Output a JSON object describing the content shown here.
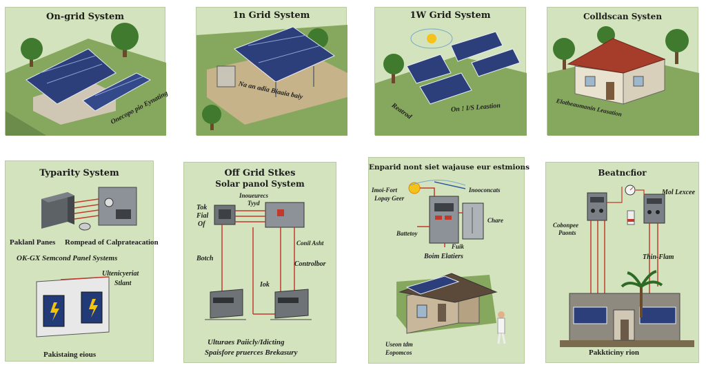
{
  "panels": [
    {
      "title": "On-grid System",
      "labels": [
        "Onecopo pio Eynating"
      ]
    },
    {
      "title": "1n Grid System",
      "labels": [
        "Na an adia Biaaia baiy"
      ]
    },
    {
      "title": "1W Grid System",
      "labels": [
        "Reatrod",
        "On ! I/S Leastion"
      ]
    },
    {
      "title": "Colldscan Systen",
      "labels": [
        "Elotheaumanin Leasation"
      ]
    },
    {
      "title": "Typarity System",
      "labels": [
        "Paklanl Panes",
        "Rompead of Calprateacation",
        "OK-GX Semcond Panel Systems",
        "Ultenicyeriat",
        "Stlant",
        "Pakistaing eious"
      ]
    },
    {
      "title": "Off Grid Stkes",
      "subtitle": "Solar panol System",
      "labels": [
        "Inoueurecs",
        "Tyyd",
        "Tok",
        "Fial",
        "Of",
        "Botch",
        "Conil Asht",
        "Controlbor",
        "Iok",
        "Ulturaes Paiicly/Idicting",
        "Spaisfore pruerces Brekasury"
      ]
    },
    {
      "title": "Enparid nont siet wajause eur estmions",
      "labels": [
        "Imoi-Fort",
        "Lopay Geer",
        "Inooconcats",
        "Chare",
        "Battetoy",
        "Fuik",
        "Boim Elatiers",
        "Useon tdm",
        "Eopomcos"
      ]
    },
    {
      "title": "Beatncfior",
      "labels": [
        "Mol Lexcee",
        "Cobonpee",
        "Paonts",
        "Thin-Flam",
        "Pakkticiny rion"
      ]
    }
  ],
  "colors": {
    "panel_bg": "#d3e3bd",
    "grass": "#7fa25a",
    "solar": "#2c3f7a",
    "wire": "#c0392b",
    "roof": "#a63c2a"
  }
}
